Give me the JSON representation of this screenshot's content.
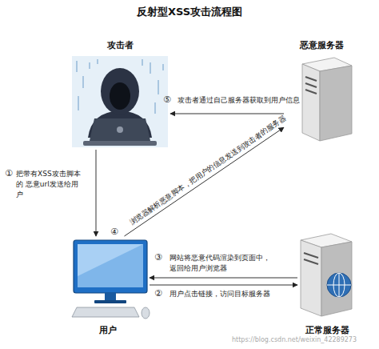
{
  "diagram": {
    "title": "反射型XSS攻击流程图",
    "nodes": [
      {
        "text": [
          "攻击者"
        ]
      },
      {
        "text": [
          "恶意服务器"
        ]
      },
      {
        "text": [
          "用户"
        ]
      },
      {
        "text": [
          "正常服务器"
        ]
      }
    ],
    "edges": [
      {
        "from": 0,
        "to": 2,
        "arrow": "to",
        "label": "把带有XSS攻击脚本的 恶意url发送给用户"
      },
      {
        "from": 2,
        "to": 3,
        "arrow": "to",
        "label": "用户点击链接，访问目标服务器"
      },
      {
        "from": 3,
        "to": 2,
        "arrow": "to",
        "label": "网站将恶意代码渲染到页面中， 返回给用户浏览器"
      },
      {
        "from": 2,
        "to": 1,
        "arrow": "to",
        "label": "浏览器解析恶意脚本，把用户的信息发送到攻击者的服务器"
      },
      {
        "from": 1,
        "to": 0,
        "arrow": "to",
        "label": "攻击者通过自己服务器获取到用户信息"
      }
    ],
    "labels": [
      "①",
      "②",
      "③",
      "④",
      "⑤",
      "https://blog.csdn.net/weixin_42289273"
    ]
  }
}
